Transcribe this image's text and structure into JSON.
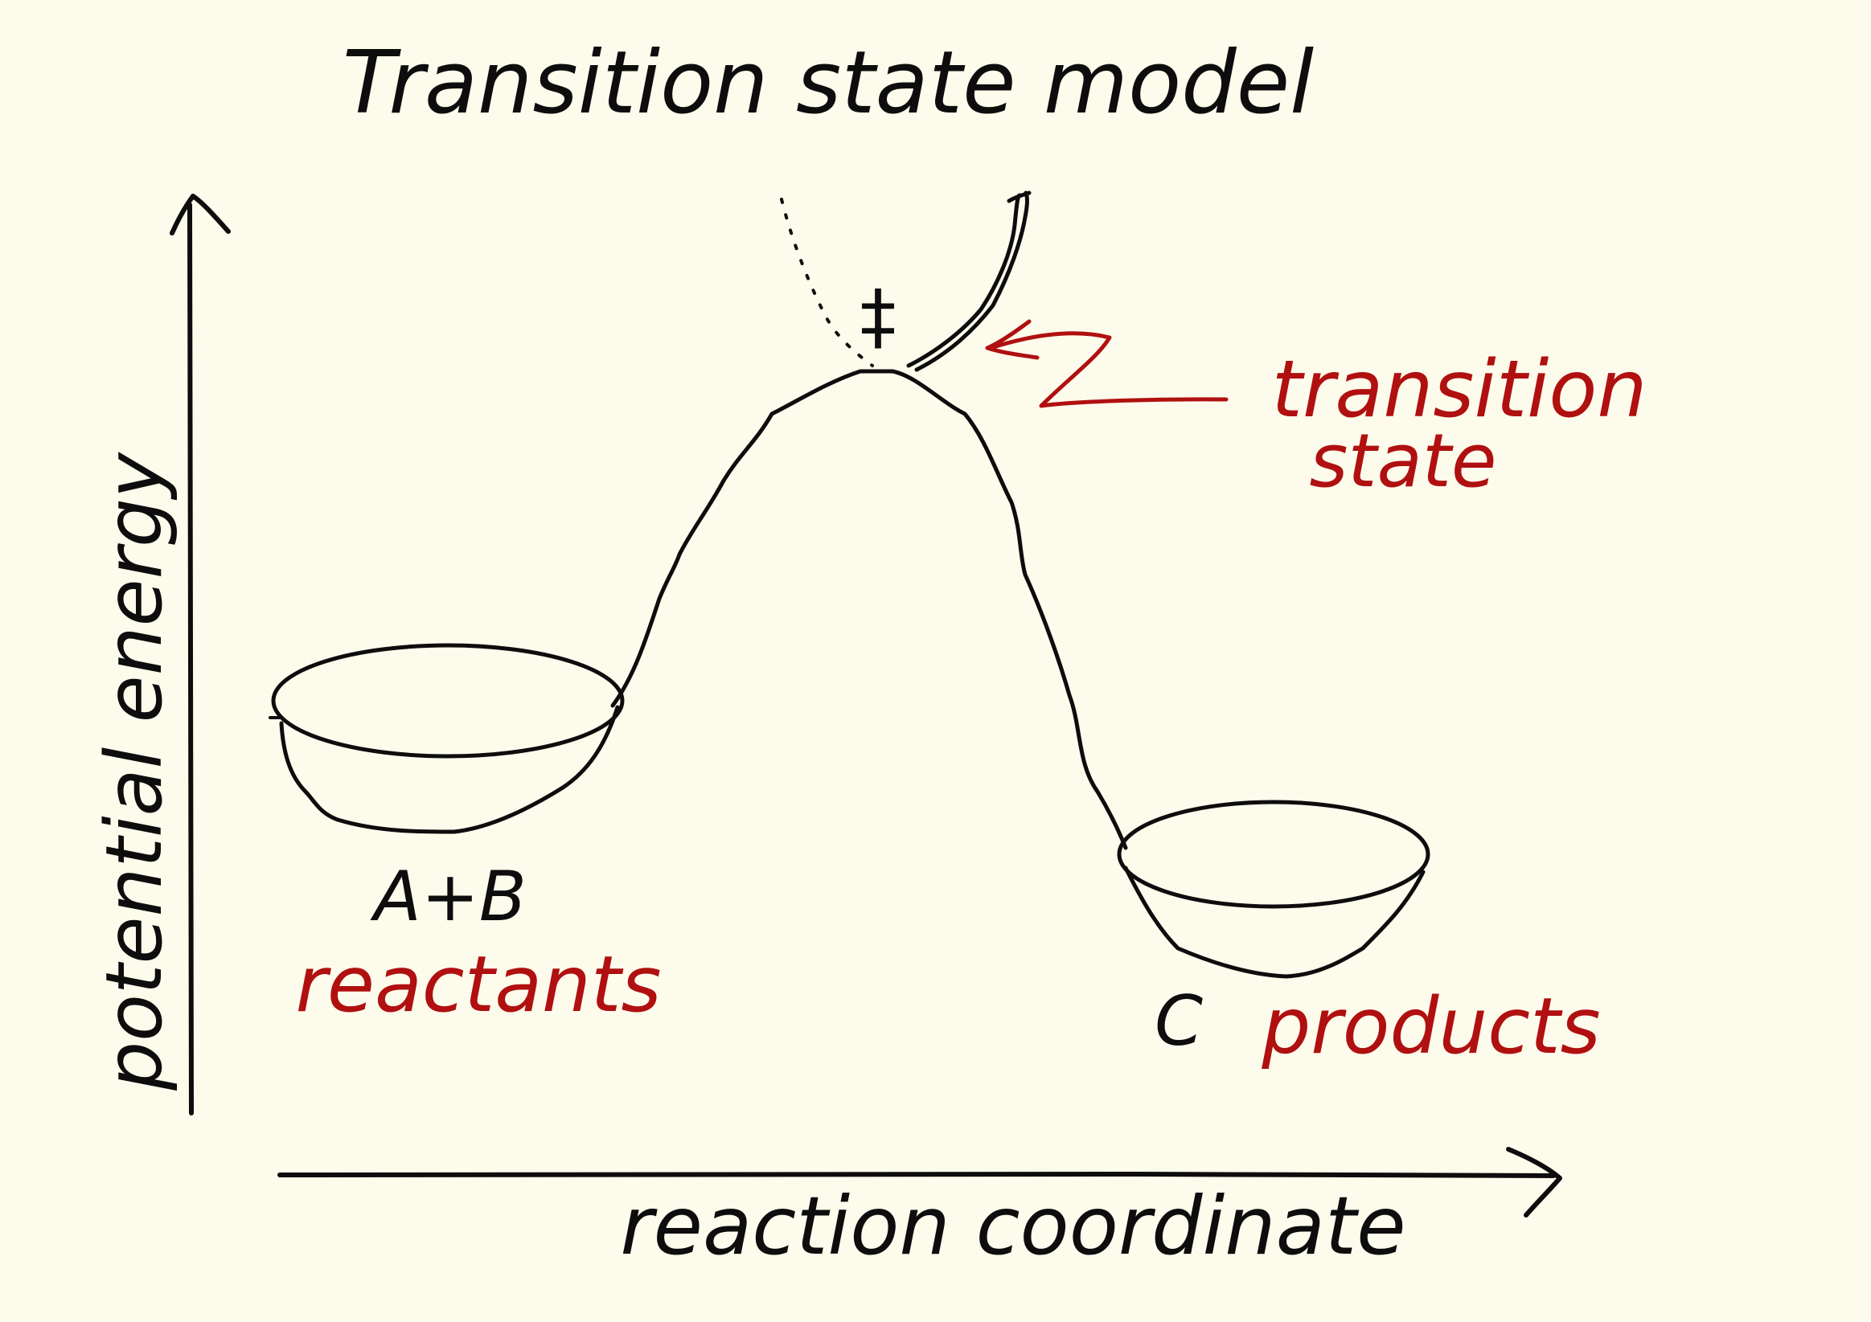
{
  "title": "Transition state model",
  "axes": {
    "y_label": "potential energy",
    "x_label": "reaction coordinate"
  },
  "labels": {
    "reactant_species": "A+B",
    "reactants": "reactants",
    "product_species": "C",
    "products": "products",
    "transition_marker": "‡",
    "transition_state_line1": "transition",
    "transition_state_line2": "state"
  },
  "colors": {
    "ink": "#0d0d0d",
    "annotation": "#b01010",
    "paper": "#fdfbec"
  }
}
